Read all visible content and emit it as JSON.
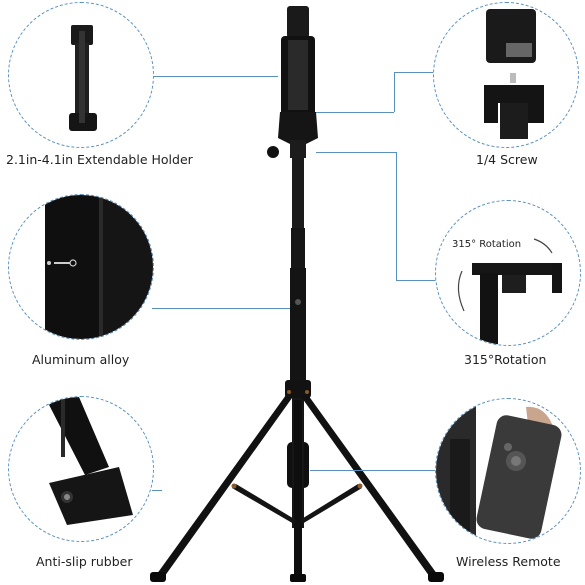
{
  "callouts": {
    "holder": "2.1in-4.1in Extendable Holder",
    "screw": "1/4 Screw",
    "alloy": "Aluminum alloy",
    "rotation": "315°Rotation",
    "rotation_inset": "315° Rotation",
    "rubber": "Anti-slip rubber",
    "remote": "Wireless Remote"
  },
  "colors": {
    "accent": "#5a8fc0",
    "product": "#151515"
  }
}
